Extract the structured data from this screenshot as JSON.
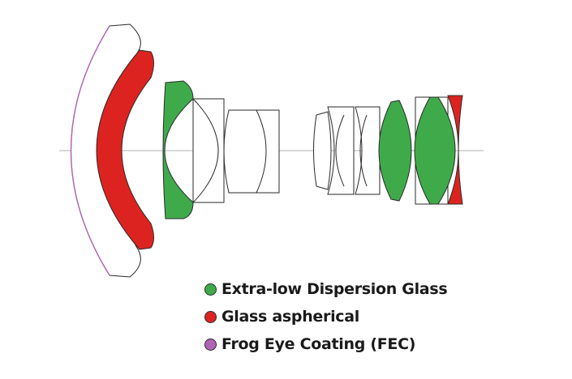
{
  "colors": {
    "ed_glass": "#3faa4a",
    "aspherical": "#dd2320",
    "fec": "#b064b4",
    "outline": "#2a2a2a",
    "axis": "#b0b0b0"
  },
  "legend": [
    {
      "label": "Extra-low Dispersion Glass",
      "swatch_color": "#3faa4a",
      "icon": "green-circle-icon"
    },
    {
      "label": "Glass aspherical",
      "swatch_color": "#dd2320",
      "icon": "red-circle-icon"
    },
    {
      "label": "Frog Eye Coating (FEC)",
      "swatch_color": "#b064b4",
      "icon": "purple-circle-icon"
    }
  ]
}
